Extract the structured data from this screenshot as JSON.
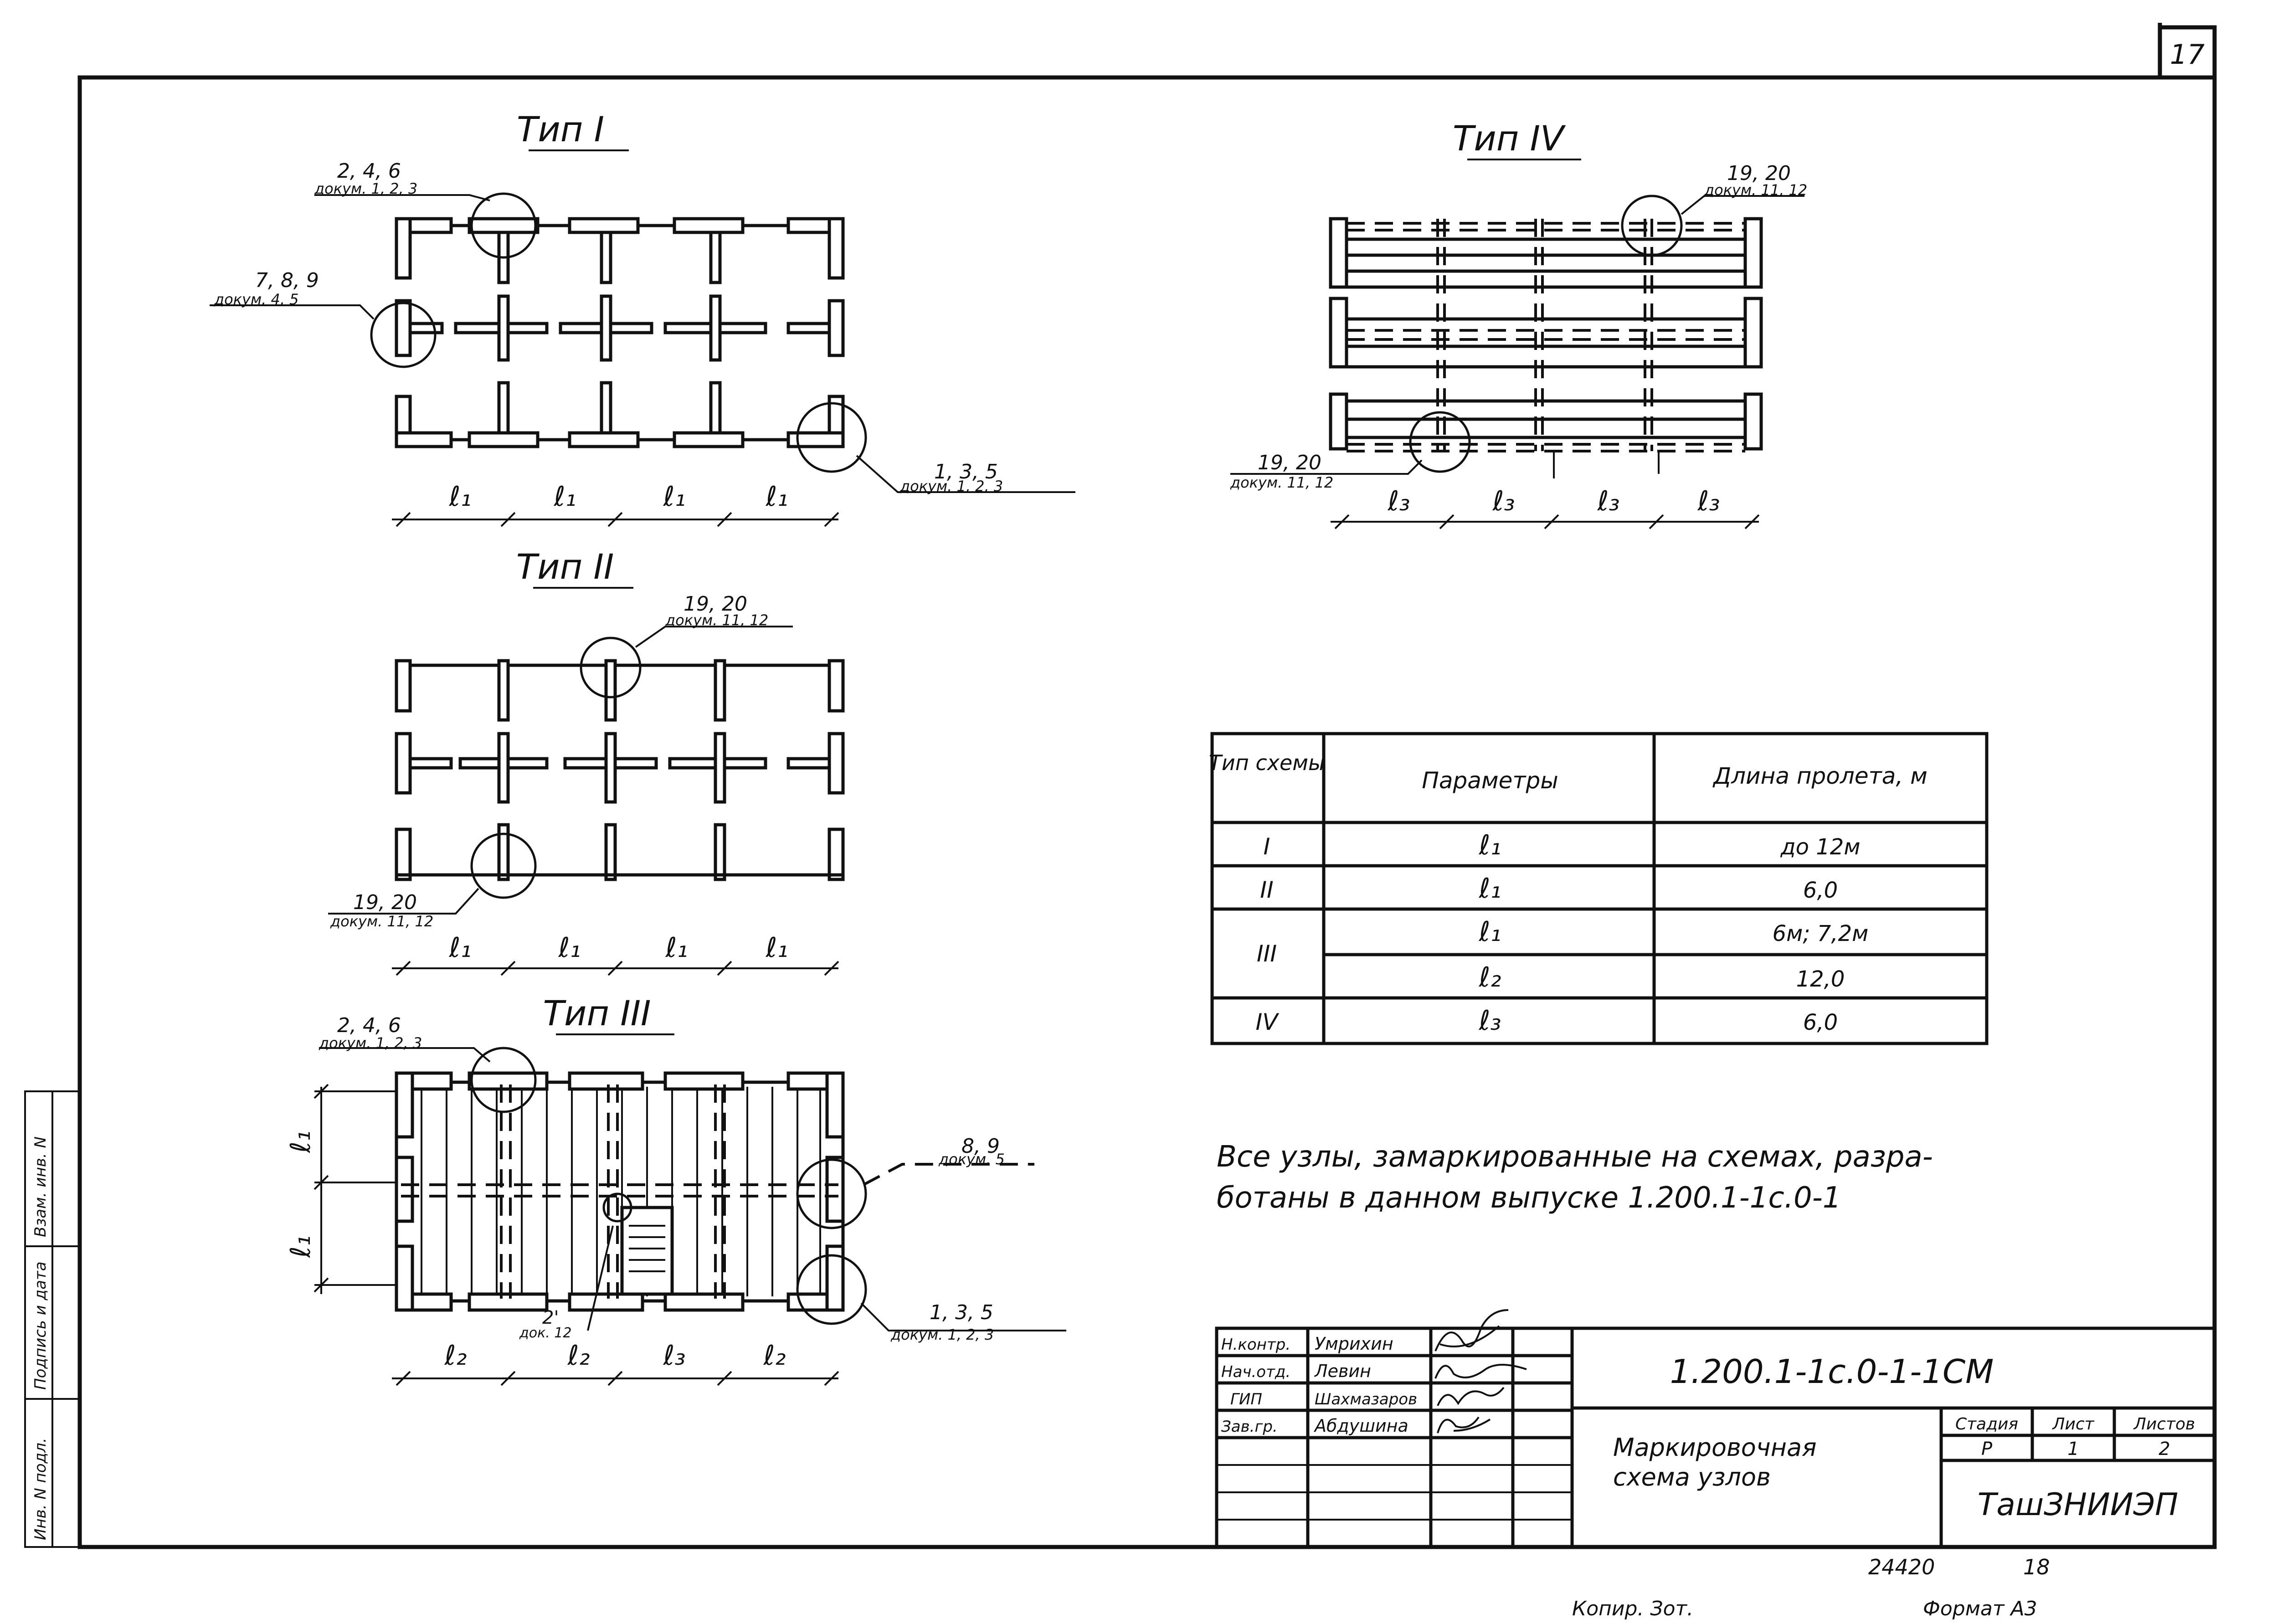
{
  "sheet": {
    "page_number": "17",
    "copy_note": "Копир. Зот.",
    "format_note": "Формат А3",
    "bottom_code": "24420",
    "bottom_number": "18",
    "vertical_stamp": [
      "Инв. N подл.",
      "Подпись и дата",
      "Взам. инв. N"
    ]
  },
  "schemes": {
    "type1": {
      "title": "Тип I",
      "callouts": [
        {
          "nodes": "2, 4, 6",
          "doc": "докум. 1, 2, 3"
        },
        {
          "nodes": "7, 8, 9",
          "doc": "докум. 4, 5"
        },
        {
          "nodes": "1, 3, 5",
          "doc": "докум. 1, 2, 3"
        }
      ],
      "dims": [
        "ℓ₁",
        "ℓ₁",
        "ℓ₁",
        "ℓ₁"
      ]
    },
    "type2": {
      "title": "Тип II",
      "callouts": [
        {
          "nodes": "19, 20",
          "doc": "докум. 11, 12"
        },
        {
          "nodes": "19, 20",
          "doc": "докум. 11, 12"
        }
      ],
      "dims": [
        "ℓ₁",
        "ℓ₁",
        "ℓ₁",
        "ℓ₁"
      ]
    },
    "type3": {
      "title": "Тип III",
      "callouts": [
        {
          "nodes": "2, 4, 6",
          "doc": "докум. 1, 2, 3"
        },
        {
          "nodes": "8, 9",
          "doc": "докум. 5"
        },
        {
          "nodes": "1, 3, 5",
          "doc": "докум. 1, 2, 3"
        },
        {
          "nodes": "2'",
          "doc": "док. 12"
        }
      ],
      "dims": [
        "ℓ₂",
        "ℓ₂",
        "ℓ₃",
        "ℓ₂"
      ],
      "side_dims": [
        "ℓ₁",
        "ℓ₁"
      ]
    },
    "type4": {
      "title": "Тип IV",
      "callouts": [
        {
          "nodes": "19, 20",
          "doc": "докум. 11, 12"
        },
        {
          "nodes": "19, 20",
          "doc": "докум. 11, 12"
        }
      ],
      "dims": [
        "ℓ₃",
        "ℓ₃",
        "ℓ₃",
        "ℓ₃"
      ]
    }
  },
  "table": {
    "headers": [
      "Тип схемы",
      "Параметры",
      "Длина пролета, м"
    ],
    "rows": [
      {
        "type": "I",
        "param": "ℓ₁",
        "length": "до 12м"
      },
      {
        "type": "II",
        "param": "ℓ₁",
        "length": "6,0"
      },
      {
        "type": "III",
        "param": "ℓ₁",
        "length": "6м; 7,2м"
      },
      {
        "type": "",
        "param": "ℓ₂",
        "length": "12,0"
      },
      {
        "type": "IV",
        "param": "ℓ₃",
        "length": "6,0"
      }
    ]
  },
  "note": {
    "line1": "Все узлы, замаркированные на схемах, разра-",
    "line2": "ботаны в данном выпуске 1.200.1-1с.0-1"
  },
  "title_block": {
    "code": "1.200.1-1с.0-1-1СМ",
    "name_line1": "Маркировочная",
    "name_line2": "схема узлов",
    "org": "ТашЗНИИЭП",
    "stage_header": "Стадия",
    "sheet_header": "Лист",
    "sheets_header": "Листов",
    "stage": "Р",
    "sheet": "1",
    "sheets": "2",
    "staff": [
      {
        "role": "Н.контр.",
        "name": "Умрихин"
      },
      {
        "role": "Нач.отд.",
        "name": "Левин"
      },
      {
        "role": "ГИП",
        "name": "Шахмазаров"
      },
      {
        "role": "Зав.гр.",
        "name": "Абдушина"
      }
    ]
  }
}
